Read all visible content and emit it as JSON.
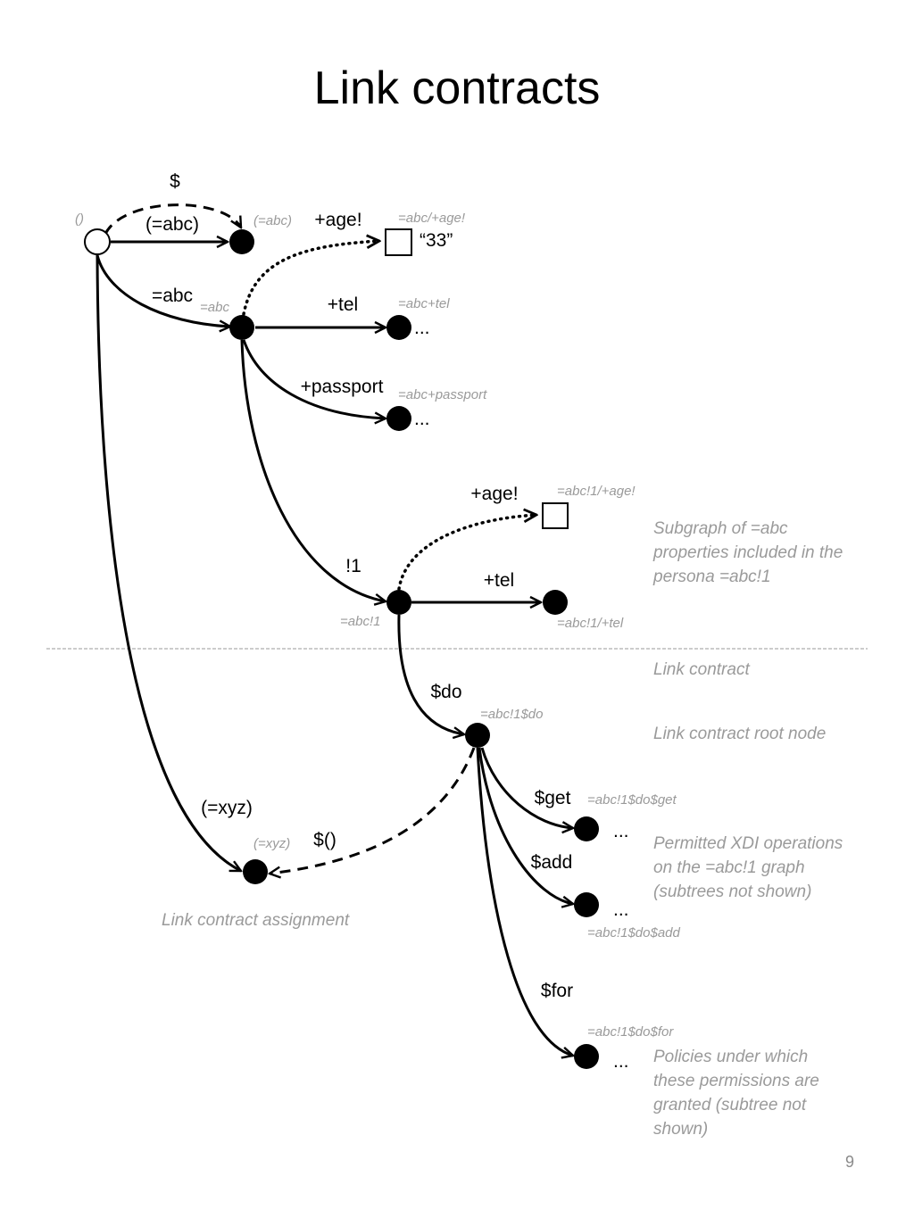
{
  "title": "Link contracts",
  "page_number": "9",
  "edge_labels": {
    "dollar": "$",
    "paren_abc": "(=abc)",
    "eq_abc": "=abc",
    "age1": "+age!",
    "tel1": "+tel",
    "passport": "+passport",
    "bang1": "!1",
    "age2": "+age!",
    "tel2": "+tel",
    "do": "$do",
    "get": "$get",
    "add": "$add",
    "for": "$for",
    "paren_xyz": "(=xyz)",
    "dollar_paren": "$()"
  },
  "node_addresses": {
    "root": "()",
    "paren_abc": "(=abc)",
    "abc": "=abc",
    "abc_age": "=abc/+age!",
    "abc_tel": "=abc+tel",
    "abc_passport": "=abc+passport",
    "abc1_age": "=abc!1/+age!",
    "abc1": "=abc!1",
    "abc1_tel": "=abc!1/+tel",
    "abc1_do": "=abc!1$do",
    "abc1_do_get": "=abc!1$do$get",
    "abc1_do_add": "=abc!1$do$add",
    "abc1_do_for": "=abc!1$do$for",
    "xyz": "(=xyz)"
  },
  "literal_value": "“33”",
  "ellipsis": "...",
  "notes": {
    "subgraph": [
      "Subgraph of =abc",
      "properties included in the",
      "persona =abc!1"
    ],
    "link_contract": "Link contract",
    "root_node": "Link contract root node",
    "permitted": [
      "Permitted XDI operations",
      "on the =abc!1 graph",
      "(subtrees not shown)"
    ],
    "policies": [
      "Policies under which",
      "these permissions are",
      "granted (subtree not",
      "shown)"
    ],
    "assignment": "Link contract assignment"
  },
  "colors": {
    "line": "#000000",
    "muted_text": "#9a9a9a",
    "divider": "#9a9a9a"
  }
}
